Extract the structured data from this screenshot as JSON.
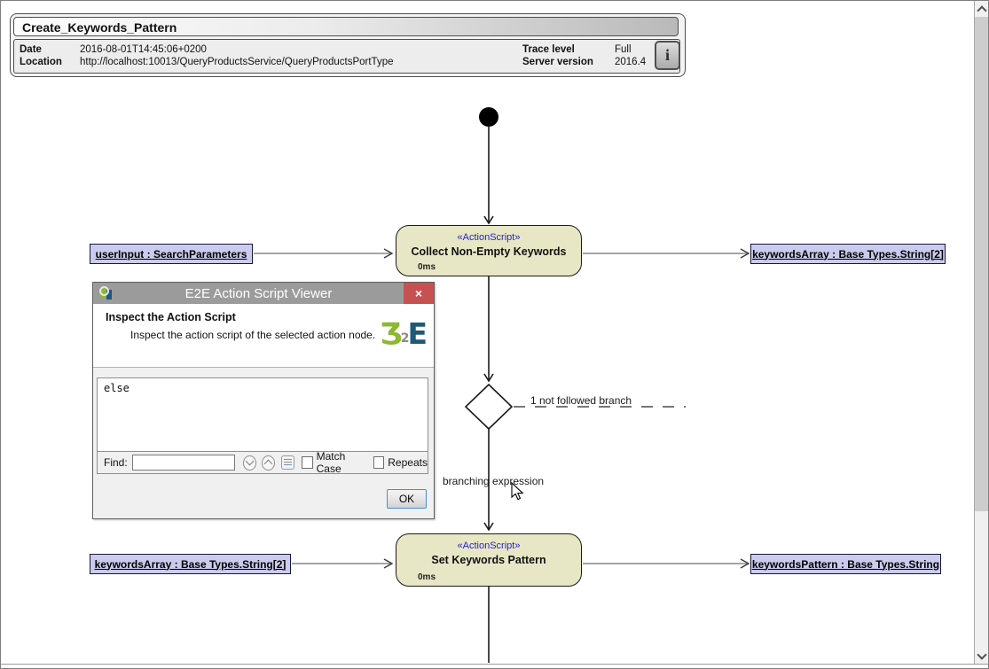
{
  "header": {
    "title": "Create_Keywords_Pattern",
    "date_label": "Date",
    "date_value": "2016-08-01T14:45:06+0200",
    "location_label": "Location",
    "location_value": "http://localhost:10013/QueryProductsService/QueryProductsPortType",
    "trace_level_label": "Trace level",
    "trace_level_value": "Full",
    "server_version_label": "Server version",
    "server_version_value": "2016.4",
    "info_button_label": "i"
  },
  "diagram": {
    "actions": [
      {
        "stereotype": "«ActionScript»",
        "name": "Collect Non-Empty Keywords",
        "duration": "0ms"
      },
      {
        "stereotype": "«ActionScript»",
        "name": "Set Keywords Pattern",
        "duration": "0ms"
      }
    ],
    "objects": [
      {
        "label": "userInput : SearchParameters"
      },
      {
        "label": "keywordsArray : Base Types.String[2]"
      },
      {
        "label": "keywordsArray : Base Types.String[2]"
      },
      {
        "label": "keywordsPattern : Base Types.String"
      }
    ],
    "labels": {
      "not_followed_branch": "1 not followed branch",
      "branching_expression": "branching expression"
    }
  },
  "dialog": {
    "title": "E2E Action Script Viewer",
    "close_glyph": "×",
    "heading": "Inspect the Action Script",
    "description": "Inspect the action script of the selected action node.",
    "script_text": "else",
    "find_label": "Find:",
    "find_value": "",
    "match_case_label": "Match Case",
    "repeats_label": "Repeats",
    "ok_label": "OK",
    "logo": {
      "left_glyph": "Ʒ",
      "mid_glyph": "2",
      "right_glyph": "E"
    }
  },
  "colors": {
    "action_node_fill": "#e7e7c6",
    "object_node_fill": "#cbcbed",
    "stereotype_text": "#2424cc",
    "dialog_titlebar": "#9b9b9b",
    "close_button": "#c75050",
    "logo_green": "#8cb832",
    "logo_blue": "#1d5a78",
    "ok_focus_border": "#4a8fcb"
  }
}
